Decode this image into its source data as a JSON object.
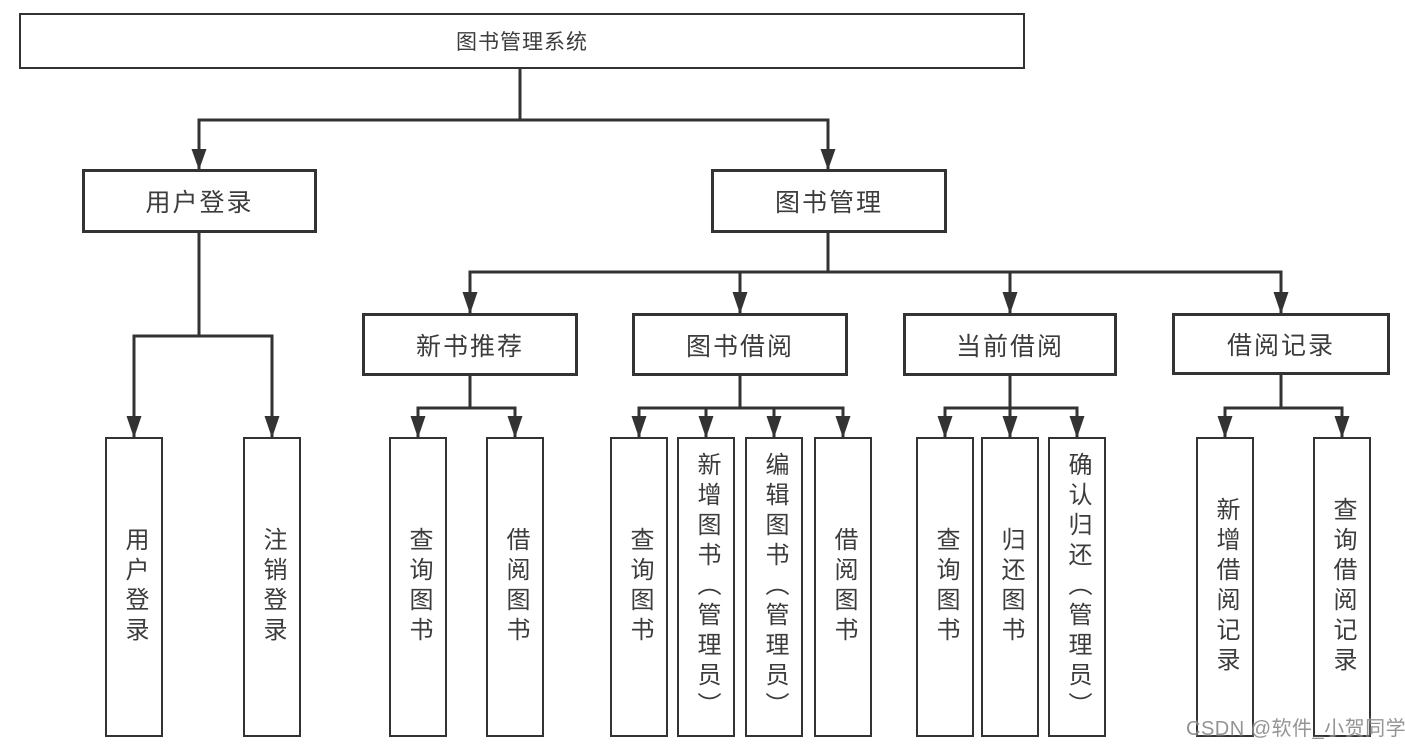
{
  "diagram": {
    "root": {
      "id": "library-management-system",
      "label": "图书管理系统"
    },
    "level2": [
      {
        "id": "user-login",
        "label": "用户登录",
        "parent": "library-management-system"
      },
      {
        "id": "book-management",
        "label": "图书管理",
        "parent": "library-management-system"
      }
    ],
    "level3": [
      {
        "id": "new-book-recommendation",
        "label": "新书推荐",
        "parent": "book-management"
      },
      {
        "id": "book-borrowing",
        "label": "图书借阅",
        "parent": "book-management"
      },
      {
        "id": "current-borrowing",
        "label": "当前借阅",
        "parent": "book-management"
      },
      {
        "id": "borrowing-records",
        "label": "借阅记录",
        "parent": "book-management"
      }
    ],
    "leaves": [
      {
        "id": "user-login-leaf",
        "label": "用户登录",
        "parent": "user-login"
      },
      {
        "id": "logout",
        "label": "注销登录",
        "parent": "user-login"
      },
      {
        "id": "query-books-recommend",
        "label": "查询图书",
        "parent": "new-book-recommendation"
      },
      {
        "id": "borrow-books-recommend",
        "label": "借阅图书",
        "parent": "new-book-recommendation"
      },
      {
        "id": "query-books-borrowing",
        "label": "查询图书",
        "parent": "book-borrowing"
      },
      {
        "id": "add-books-admin",
        "label": "新增图书（管理员）",
        "parent": "book-borrowing"
      },
      {
        "id": "edit-books-admin",
        "label": "编辑图书（管理员）",
        "parent": "book-borrowing"
      },
      {
        "id": "borrow-books-borrowing",
        "label": "借阅图书",
        "parent": "book-borrowing"
      },
      {
        "id": "query-books-current",
        "label": "查询图书",
        "parent": "current-borrowing"
      },
      {
        "id": "return-books",
        "label": "归还图书",
        "parent": "current-borrowing"
      },
      {
        "id": "confirm-return-admin",
        "label": "确认归还（管理员）",
        "parent": "current-borrowing"
      },
      {
        "id": "add-borrowing-record",
        "label": "新增借阅记录",
        "parent": "borrowing-records"
      },
      {
        "id": "query-borrowing-record",
        "label": "查询借阅记录",
        "parent": "borrowing-records"
      }
    ],
    "line_color": "#333333",
    "box_fill": "#ffffff",
    "text_color": "#3c3c3c"
  },
  "watermark": {
    "text": "CSDN @软件_小贺同学"
  }
}
